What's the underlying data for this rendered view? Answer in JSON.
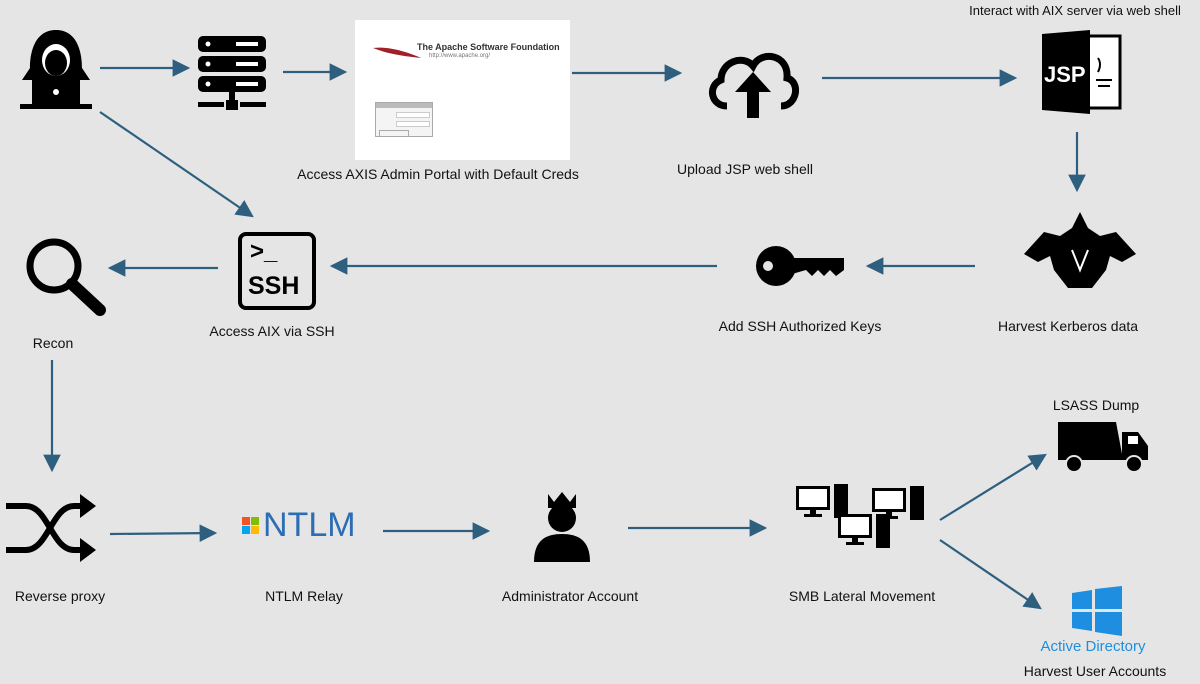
{
  "colors": {
    "background": "#e5e5e5",
    "arrow": "#2e5f7f",
    "icon": "#000000",
    "ntlm_blue": "#2d6db4",
    "windows_blue": "#1e8fe0"
  },
  "nodes": {
    "attacker": {
      "icon": "hacker-icon"
    },
    "server": {
      "icon": "server-icon"
    },
    "admin_portal": {
      "label": "Access AXIS Admin Portal with Default Creds",
      "screenshot_title": "The Apache Software Foundation",
      "screenshot_url": "http://www.apache.org/"
    },
    "upload": {
      "label": "Upload JSP web shell",
      "icon": "cloud-upload-icon"
    },
    "webshell": {
      "label": "Interact with AIX server via web shell",
      "icon_text": "JSP"
    },
    "kerberos": {
      "label": "Harvest Kerberos data",
      "icon": "cerberus-icon"
    },
    "ssh_keys": {
      "label": "Add SSH Authorized Keys",
      "icon": "key-icon"
    },
    "ssh": {
      "label": "Access AIX via SSH",
      "icon_prompt": ">_",
      "icon_text": "SSH"
    },
    "recon": {
      "label": "Recon",
      "icon": "magnifier-icon"
    },
    "reverse_proxy": {
      "label": "Reverse proxy",
      "icon": "shuffle-icon"
    },
    "ntlm": {
      "label": "NTLM Relay",
      "logo_text": "NTLM"
    },
    "admin": {
      "label": "Administrator Account",
      "icon": "admin-user-icon"
    },
    "smb": {
      "label": "SMB Lateral Movement",
      "icon": "computers-icon"
    },
    "lsass": {
      "label": "LSASS Dump",
      "icon": "dump-truck-icon"
    },
    "ad": {
      "logo_text": "Active Directory",
      "label": "Harvest User Accounts",
      "icon": "windows-icon"
    }
  }
}
